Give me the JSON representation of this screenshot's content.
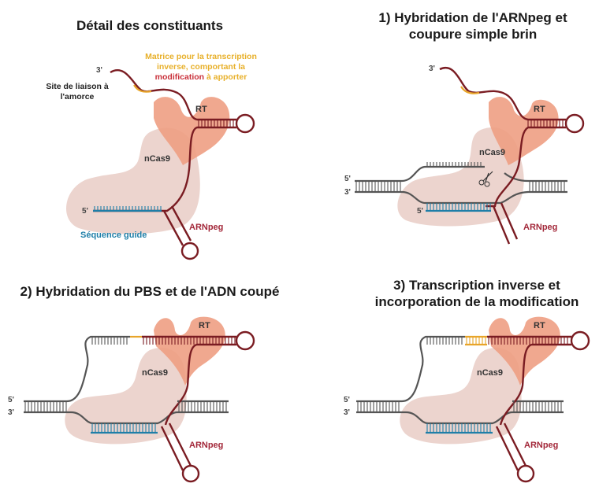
{
  "colors": {
    "rna": "#7a1c22",
    "dna": "#555555",
    "guide": "#1f7fa8",
    "pbs": "#e8a52a",
    "modification": "#c9303a",
    "ncas9": "#e9cdc6",
    "rt": "#ee9f83"
  },
  "panels": [
    {
      "title": "Détail des constituants",
      "labels": {
        "three_prime": "3'",
        "five_prime": "5'",
        "primer_site": "Site de liaison à l'amorce",
        "template_line1": "Matrice pour la transcription",
        "template_line2": "inverse, comportant la",
        "template_mod": "modification",
        "template_rest": " à apporter",
        "rt": "RT",
        "ncas9": "nCas9",
        "guide": "Séquence guide",
        "pegrna": "ARNpeg"
      }
    },
    {
      "title_line1": "1) Hybridation de l'ARNpeg et",
      "title_line2": "coupure simple brin",
      "labels": {
        "three_prime_rna": "3'",
        "five_prime_dna": "5'",
        "three_prime_dna": "3'",
        "five_prime_guide": "5'",
        "rt": "RT",
        "ncas9": "nCas9",
        "pegrna": "ARNpeg"
      }
    },
    {
      "title": "2) Hybridation du PBS et de l'ADN coupé",
      "labels": {
        "five_prime_dna": "5'",
        "three_prime_dna": "3'",
        "rt": "RT",
        "ncas9": "nCas9",
        "pegrna": "ARNpeg"
      }
    },
    {
      "title_line1": "3) Transcription inverse et",
      "title_line2": "incorporation de la modification",
      "labels": {
        "five_prime_dna": "5'",
        "three_prime_dna": "3'",
        "rt": "RT",
        "ncas9": "nCas9",
        "pegrna": "ARNpeg"
      }
    }
  ]
}
